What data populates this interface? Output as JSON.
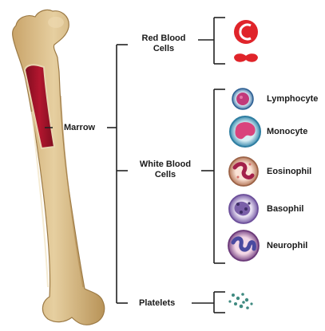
{
  "diagram": {
    "marrow_label": "Marrow",
    "categories": [
      {
        "id": "red",
        "label": "Red Blood\nCells"
      },
      {
        "id": "white",
        "label": "White Blood\nCells"
      },
      {
        "id": "platelets",
        "label": "Platelets"
      }
    ],
    "white_cells": [
      "Lymphocyte",
      "Monocyte",
      "Eosinophil",
      "Basophil",
      "Neurophil"
    ]
  },
  "colors": {
    "bone": "#d8bd8a",
    "bone_shadow": "#b8955a",
    "marrow": "#a3122a",
    "red_cell": "#e0242a",
    "lines": "#222222"
  }
}
